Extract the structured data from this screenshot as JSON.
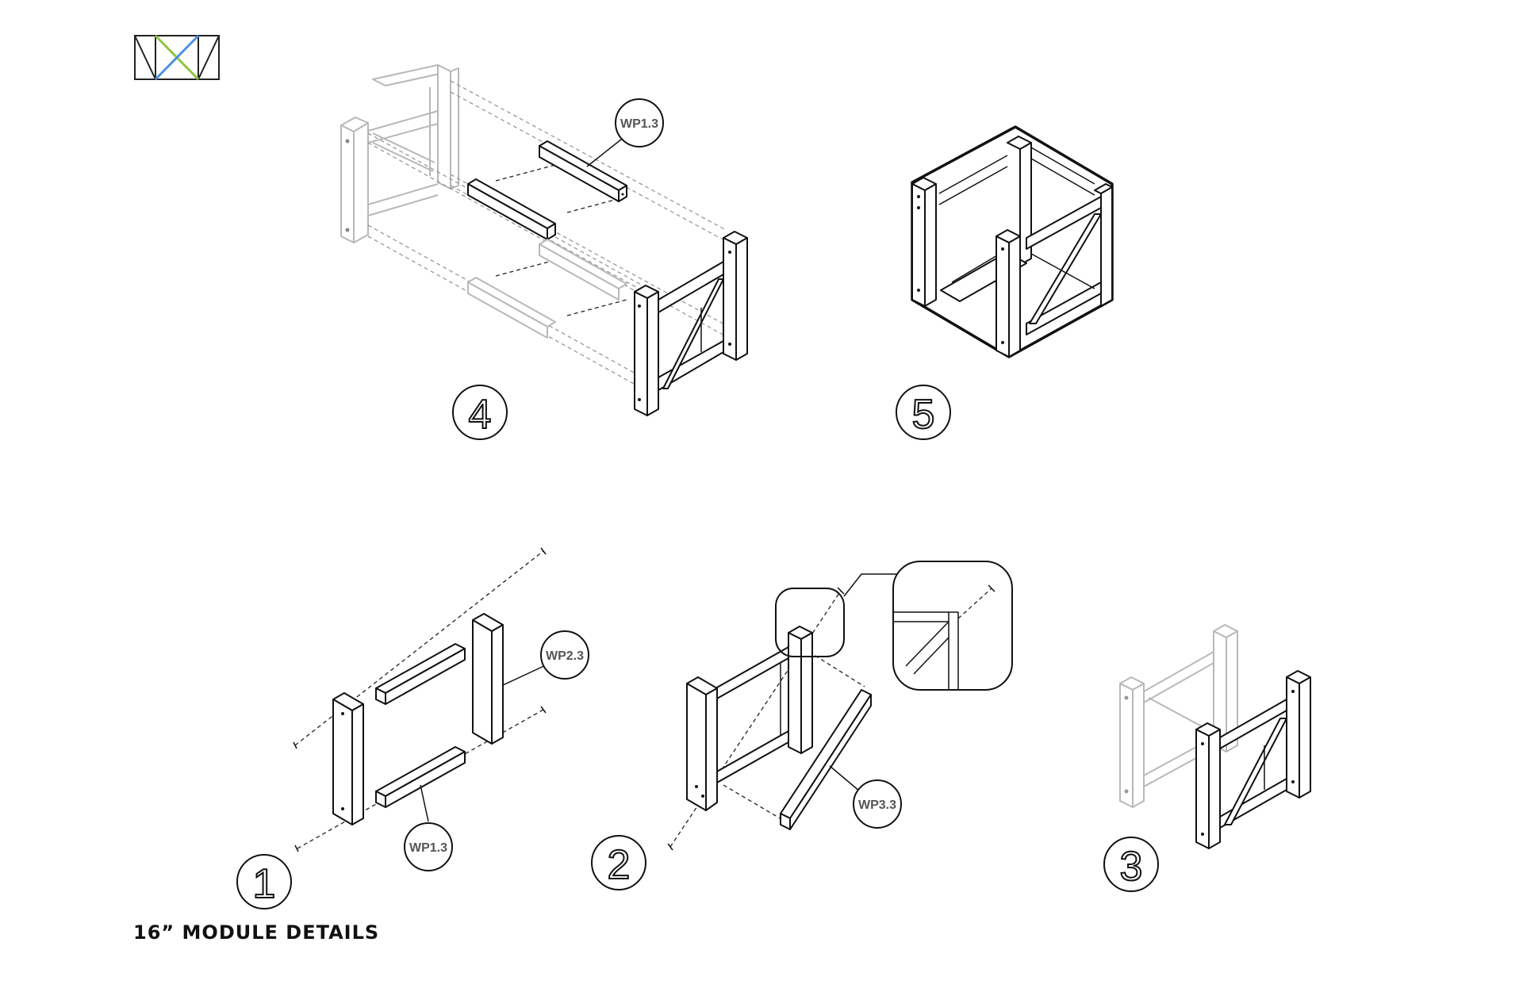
{
  "logo": {
    "name": "nxn-logo",
    "colors": {
      "stroke": "#222222",
      "green": "#8cc63f",
      "blue": "#4a90e2"
    }
  },
  "steps": {
    "step1": "1",
    "step2": "2",
    "step3": "3",
    "step4": "4",
    "step5": "5"
  },
  "callouts": {
    "wp13_top": "WP1.3",
    "wp23": "WP2.3",
    "wp13_bottom": "WP1.3",
    "wp33": "WP3.3"
  },
  "caption": "16” MODULE DETAILS",
  "colors": {
    "line": "#111111",
    "ghost": "#b8b8b8",
    "callout_text": "#555555"
  }
}
